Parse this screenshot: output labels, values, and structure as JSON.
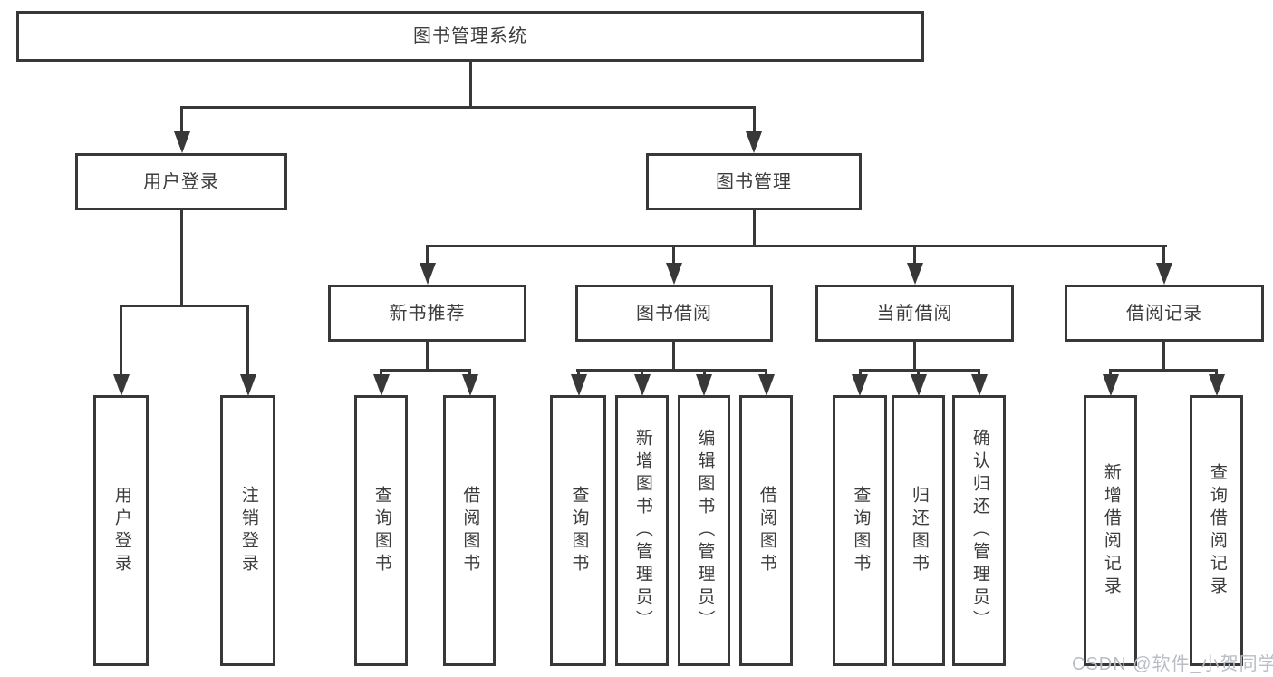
{
  "diagram_title": "图书管理系统",
  "nodes": {
    "root": "图书管理系统",
    "user_login": "用户登录",
    "book_mgmt": "图书管理",
    "new_book_rec": "新书推荐",
    "book_borrow": "图书借阅",
    "current_borrow": "当前借阅",
    "borrow_records": "借阅记录"
  },
  "children": {
    "user_login": [
      "用户登录",
      "注销登录"
    ],
    "new_book_rec": [
      "查询图书",
      "借阅图书"
    ],
    "book_borrow": [
      "查询图书",
      "新增图书（管理员）",
      "编辑图书（管理员）",
      "借阅图书"
    ],
    "current_borrow": [
      "查询图书",
      "归还图书",
      "确认归还（管理员）"
    ],
    "borrow_records": [
      "新增借阅记录",
      "查询借阅记录"
    ]
  },
  "hierarchy": [
    {
      "parent": "图书管理系统",
      "children": [
        "用户登录",
        "图书管理"
      ]
    },
    {
      "parent": "用户登录",
      "children": [
        "用户登录",
        "注销登录"
      ]
    },
    {
      "parent": "图书管理",
      "children": [
        "新书推荐",
        "图书借阅",
        "当前借阅",
        "借阅记录"
      ]
    },
    {
      "parent": "新书推荐",
      "children": [
        "查询图书",
        "借阅图书"
      ]
    },
    {
      "parent": "图书借阅",
      "children": [
        "查询图书",
        "新增图书（管理员）",
        "编辑图书（管理员）",
        "借阅图书"
      ]
    },
    {
      "parent": "当前借阅",
      "children": [
        "查询图书",
        "归还图书",
        "确认归还（管理员）"
      ]
    },
    {
      "parent": "借阅记录",
      "children": [
        "新增借阅记录",
        "查询借阅记录"
      ]
    }
  ],
  "watermark": "CSDN @软件_小贺同学",
  "colors": {
    "line": "#383838",
    "text": "#3d3d3d",
    "watermark": "#b9bdc4",
    "background": "#ffffff"
  }
}
